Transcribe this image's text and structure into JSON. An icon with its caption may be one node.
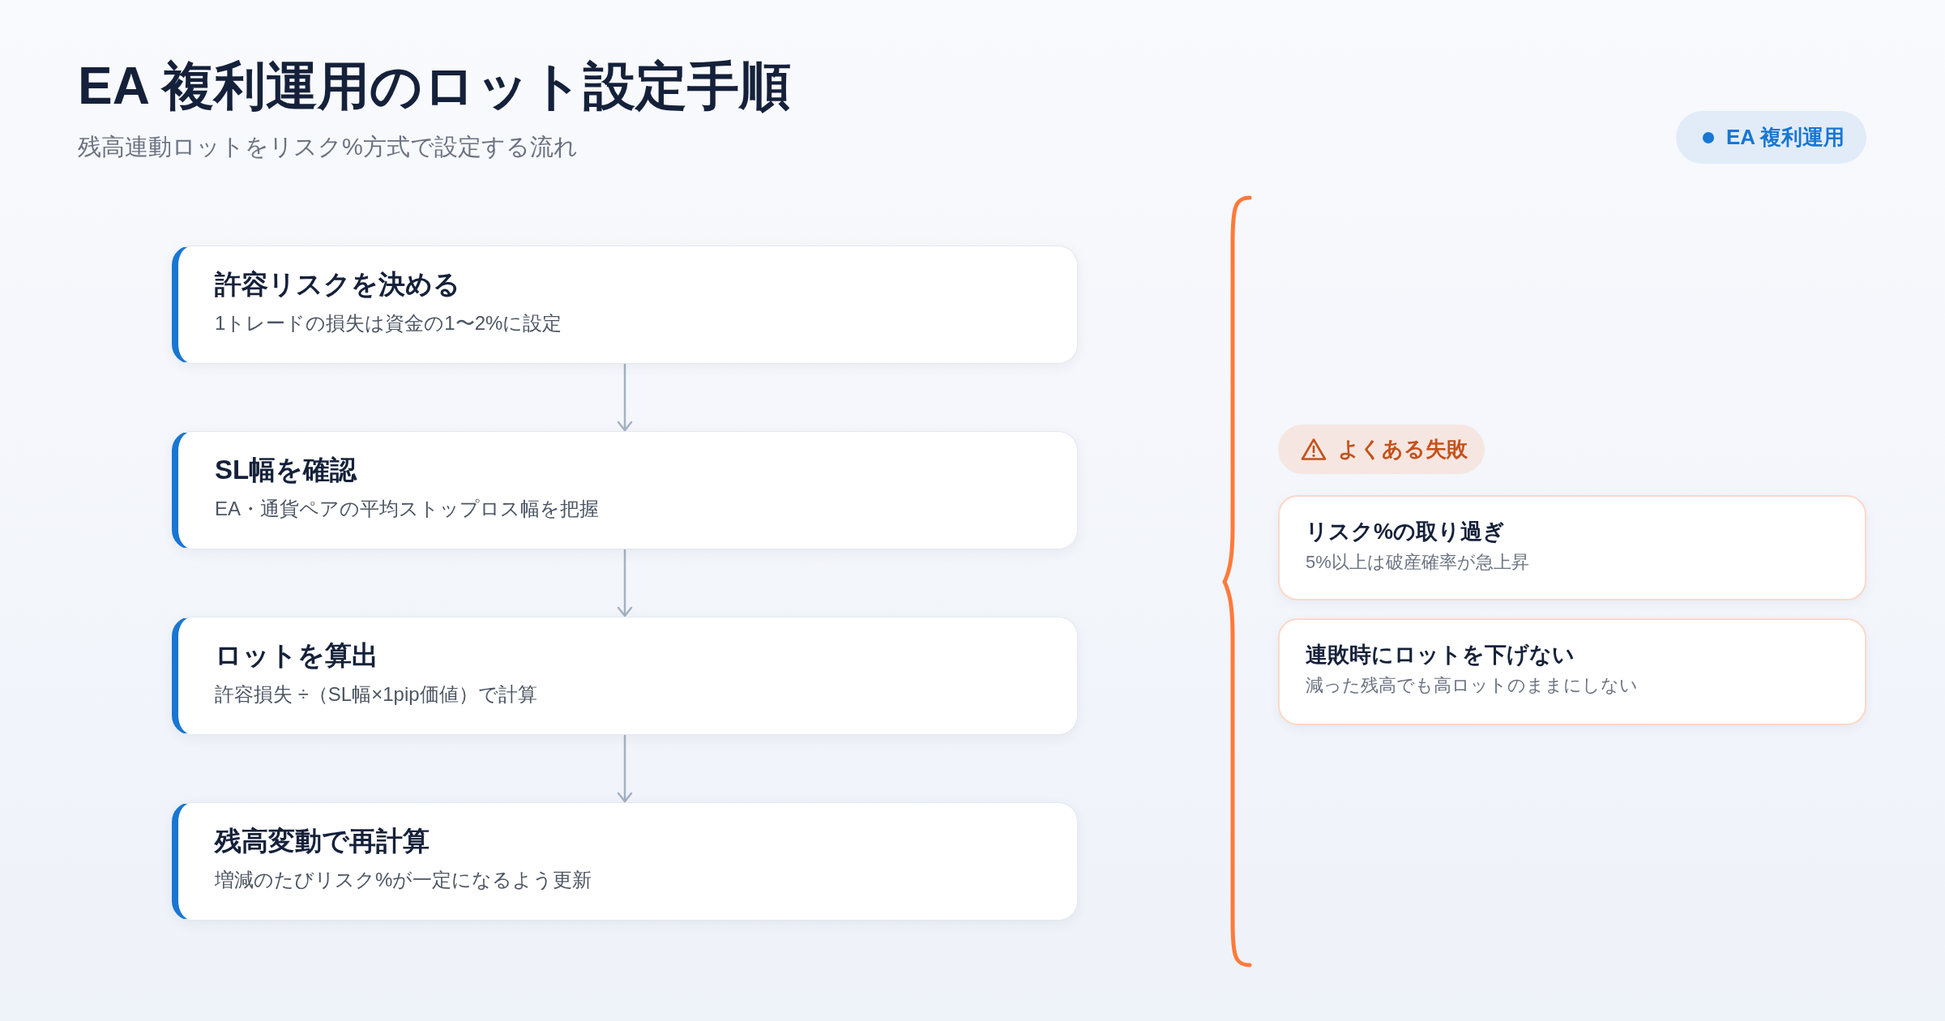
{
  "diagram": {
    "title": "EA 複利運用のロット設定手順",
    "nodes": [
      {
        "text": [
          "EA 複利運用"
        ]
      },
      {
        "text": [
          "許容リスクを決める",
          "1トレードの損失は資金の1〜2%に設定"
        ]
      },
      {
        "text": [
          "SL幅を確認",
          "EA・通貨ペアの平均ストップロス幅を把握"
        ]
      },
      {
        "text": [
          "ロットを算出",
          "許容損失 ÷（SL幅×1pip価値）で計算"
        ]
      },
      {
        "text": [
          "残高変動で再計算",
          "増減のたびリスク%が一定になるよう更新"
        ]
      },
      {
        "text": [
          "よくある失敗"
        ]
      },
      {
        "text": [
          "リスク%の取り過ぎ",
          "5%以上は破産確率が急上昇"
        ]
      },
      {
        "text": [
          "連敗時にロットを下げない",
          "減った残高でも高ロットのままにしない"
        ]
      }
    ],
    "edges": [
      {
        "from": 1,
        "to": 2,
        "arrow": "to"
      },
      {
        "from": 2,
        "to": 3,
        "arrow": "to"
      },
      {
        "from": 3,
        "to": 4,
        "arrow": "to"
      }
    ],
    "labels": [
      "残高連動ロットをリスク%方式で設定する流れ"
    ]
  }
}
